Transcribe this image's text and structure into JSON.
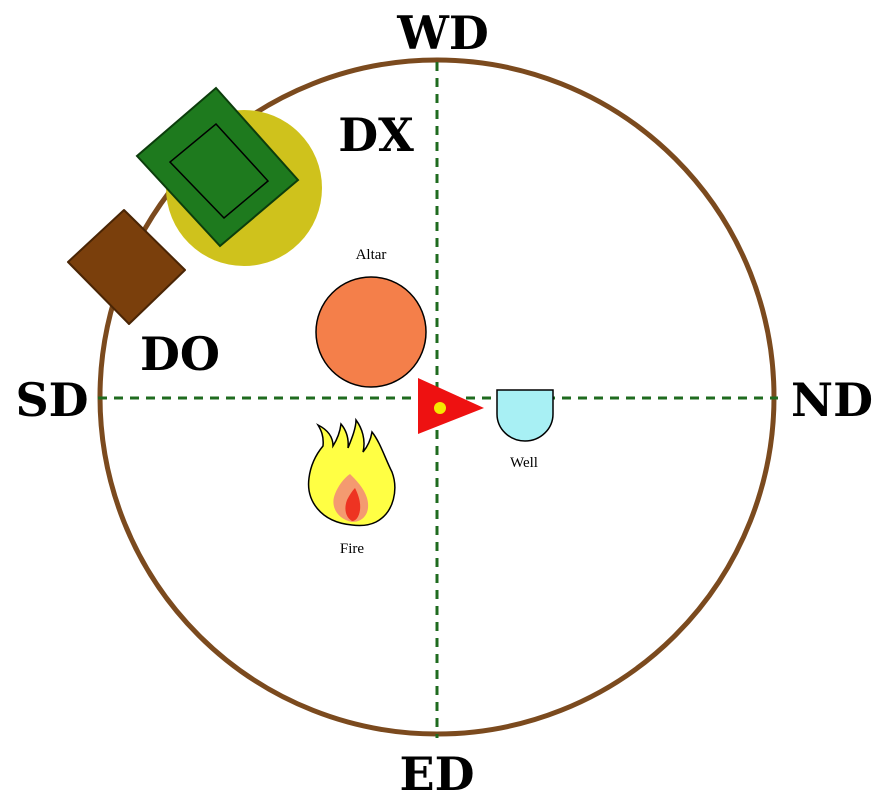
{
  "labels": {
    "north_quarter": "WD",
    "east_quarter": "ND",
    "south_quarter": "ED",
    "west_quarter": "SD",
    "upper_gate": "DX",
    "lower_gate": "DO"
  },
  "features": {
    "altar": "Altar",
    "fire": "Fire",
    "well": "Well"
  },
  "colors": {
    "circle": "#7b4a1e",
    "axis": "#1f6b1f",
    "altar": "#f47f4a",
    "well": "#a8f0f4",
    "pointer": "#ee1111",
    "pointer_dot": "#f5e800",
    "gate_green": "#1e7a1e",
    "gate_brown": "#7a3f0c",
    "gate_halo": "#cfc21c",
    "fire_outer": "#ffff44",
    "fire_inner": "#f49a70",
    "fire_core": "#ee3322"
  }
}
